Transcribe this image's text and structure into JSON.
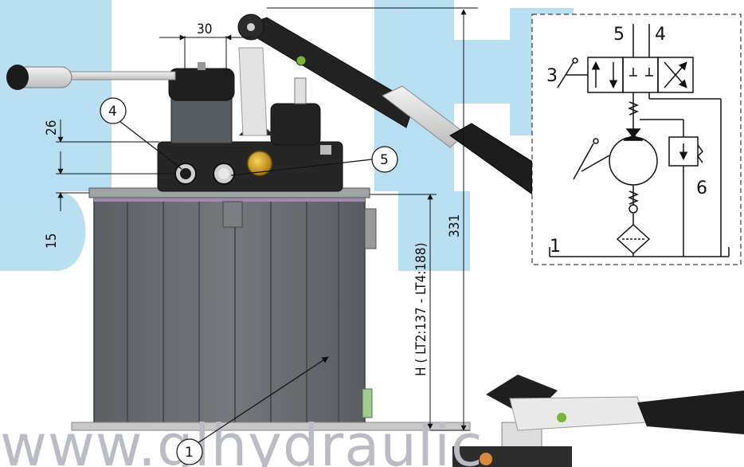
{
  "watermark": {
    "text": "www.glhydraulic",
    "color": "#7fc4e6"
  },
  "dimensions": {
    "top_width": "30",
    "port_height": "26",
    "base_height": "15",
    "total_height": "331",
    "tank_height": "H ( LT2:137 - LT4:188)"
  },
  "callouts": {
    "tank": "1",
    "port_a": "4",
    "port_b": "5"
  },
  "schematic": {
    "label_1": "1",
    "label_3": "3",
    "label_4": "4",
    "label_5": "5",
    "label_6": "6"
  },
  "colors": {
    "body_dark": "#2a2a2a",
    "tank_gray": "#6b6e72",
    "handle_steel": "#d9d9d9",
    "plug_brass": "#d4a21c",
    "watermark_blue": "#7fc4e6"
  }
}
